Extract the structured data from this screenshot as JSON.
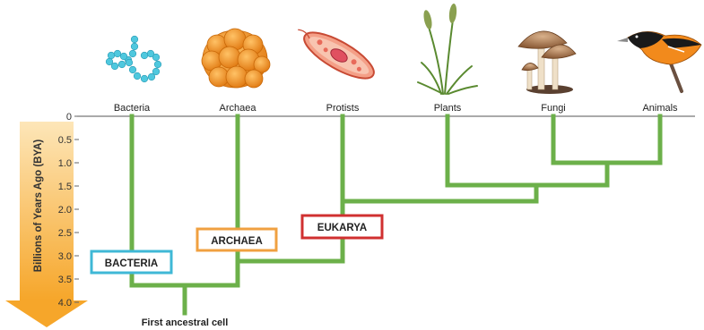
{
  "axis": {
    "label": "Billions of Years Ago (BYA)",
    "ticks": [
      "0",
      "0.5",
      "1.0",
      "1.5",
      "2.0",
      "2.5",
      "3.0",
      "3.5",
      "4.0"
    ]
  },
  "taxa": [
    {
      "id": "bacteria",
      "label": "Bacteria",
      "icon": "bacteria-chain-icon"
    },
    {
      "id": "archaea",
      "label": "Archaea",
      "icon": "archaea-cluster-icon"
    },
    {
      "id": "protists",
      "label": "Protists",
      "icon": "protist-cell-icon"
    },
    {
      "id": "plants",
      "label": "Plants",
      "icon": "wheat-plant-icon"
    },
    {
      "id": "fungi",
      "label": "Fungi",
      "icon": "mushroom-icon"
    },
    {
      "id": "animals",
      "label": "Animals",
      "icon": "bird-icon"
    }
  ],
  "domains": {
    "bacteria": {
      "label": "BACTERIA",
      "color": "#3fb8d6"
    },
    "archaea": {
      "label": "ARCHAEA",
      "color": "#f0a040"
    },
    "eukarya": {
      "label": "EUKARYA",
      "color": "#d03030"
    }
  },
  "root_label": "First ancestral cell",
  "colors": {
    "branch": "#6cb04a",
    "arrow_top": "#fde6b8",
    "arrow_bottom": "#f6a62a",
    "axis_text": "#333333"
  }
}
